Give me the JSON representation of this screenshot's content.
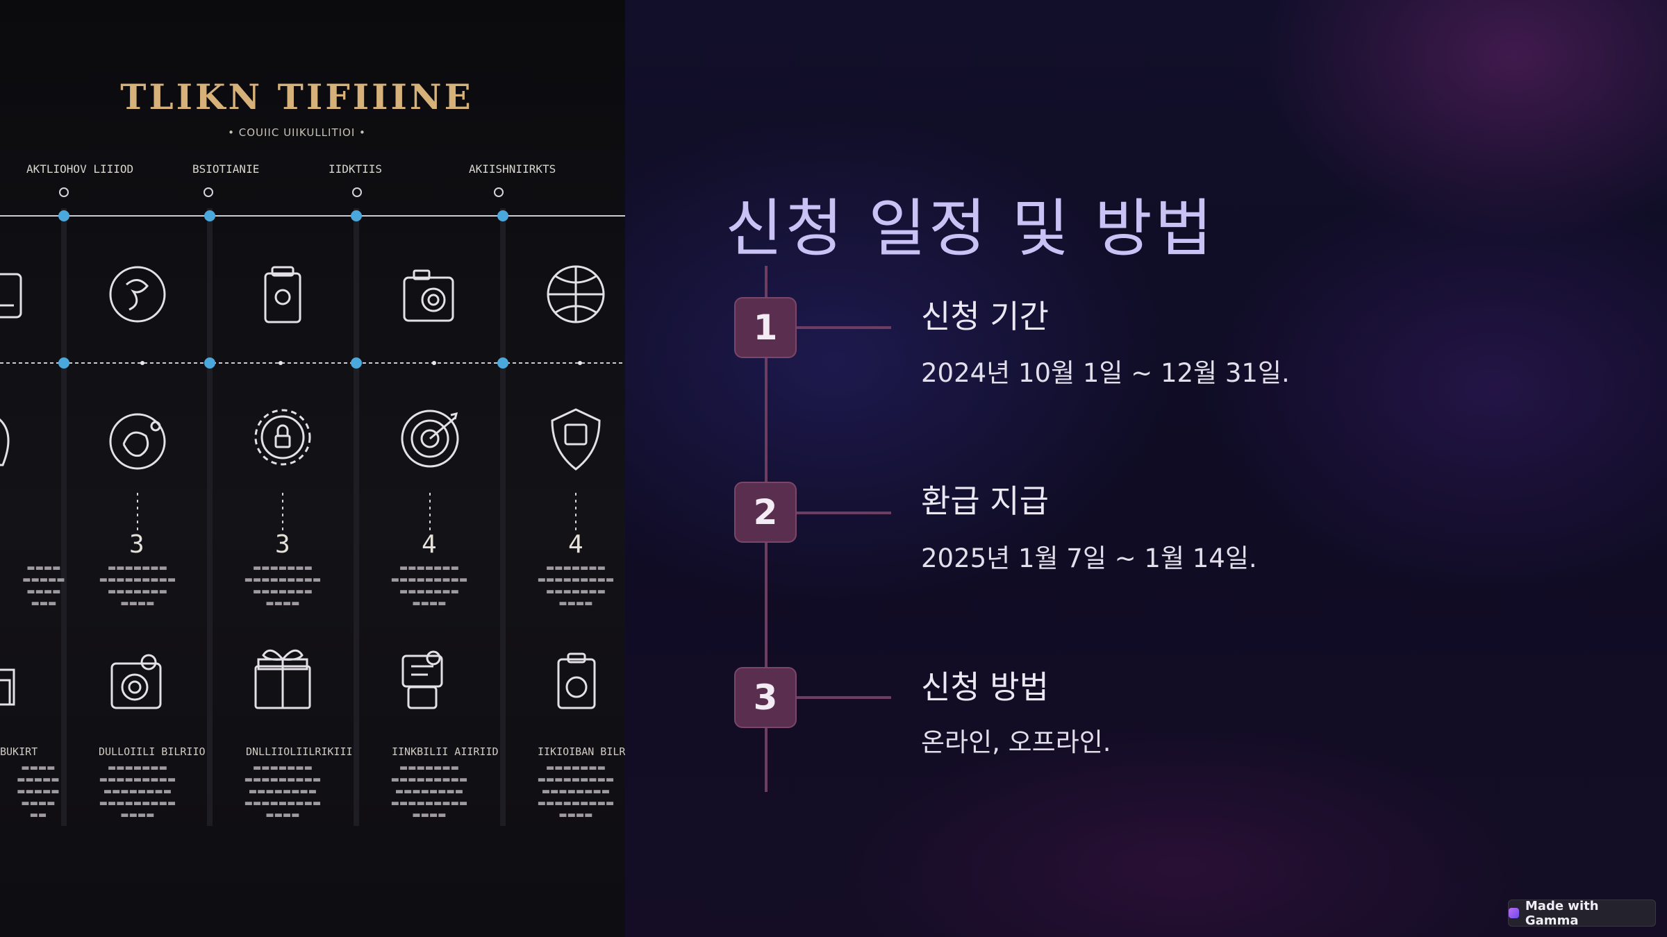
{
  "slide": {
    "title": "신청 일정 및 방법",
    "steps": [
      {
        "number": "1",
        "title": "신청 기간",
        "desc": "2024년 10월 1일 ~ 12월 31일."
      },
      {
        "number": "2",
        "title": "환급 지급",
        "desc": "2025년 1월 7일 ~ 1월 14일."
      },
      {
        "number": "3",
        "title": "신청 방법",
        "desc": "온라인, 오프라인."
      }
    ],
    "colors": {
      "accent": "#5a2e4e",
      "title": "#c9c2f5",
      "line": "#6e3e62"
    }
  },
  "infographic": {
    "title": "TLIKN TIFIIINE",
    "subtitle": "• COUIIC UIIKULLITIOI •",
    "column_labels": [
      "AKTLIOHOV LIIIOD",
      "BSIOTIANIE",
      "IIDKTIIS",
      "AKIISHNIIRKTS"
    ],
    "numbers": [
      "3",
      "3",
      "4",
      "4"
    ],
    "heads": [
      "BUKIRT",
      "DULLOIILI BILRIIO",
      "DNLLIIOLIILRIKIII",
      "IINKBILII AIIRIID",
      "IIKIOIBAN BILRIIT"
    ],
    "icons": [
      "dragon-coin-icon",
      "shopping-bag-icon",
      "camera-icon",
      "globe-icon",
      "piggy-bank-icon",
      "gear-lock-icon",
      "target-icon",
      "shield-badge-icon",
      "photo-camera-icon",
      "gift-box-icon",
      "travel-kit-icon",
      "clipboard-icon"
    ]
  },
  "badge": {
    "label": "Made with Gamma"
  }
}
